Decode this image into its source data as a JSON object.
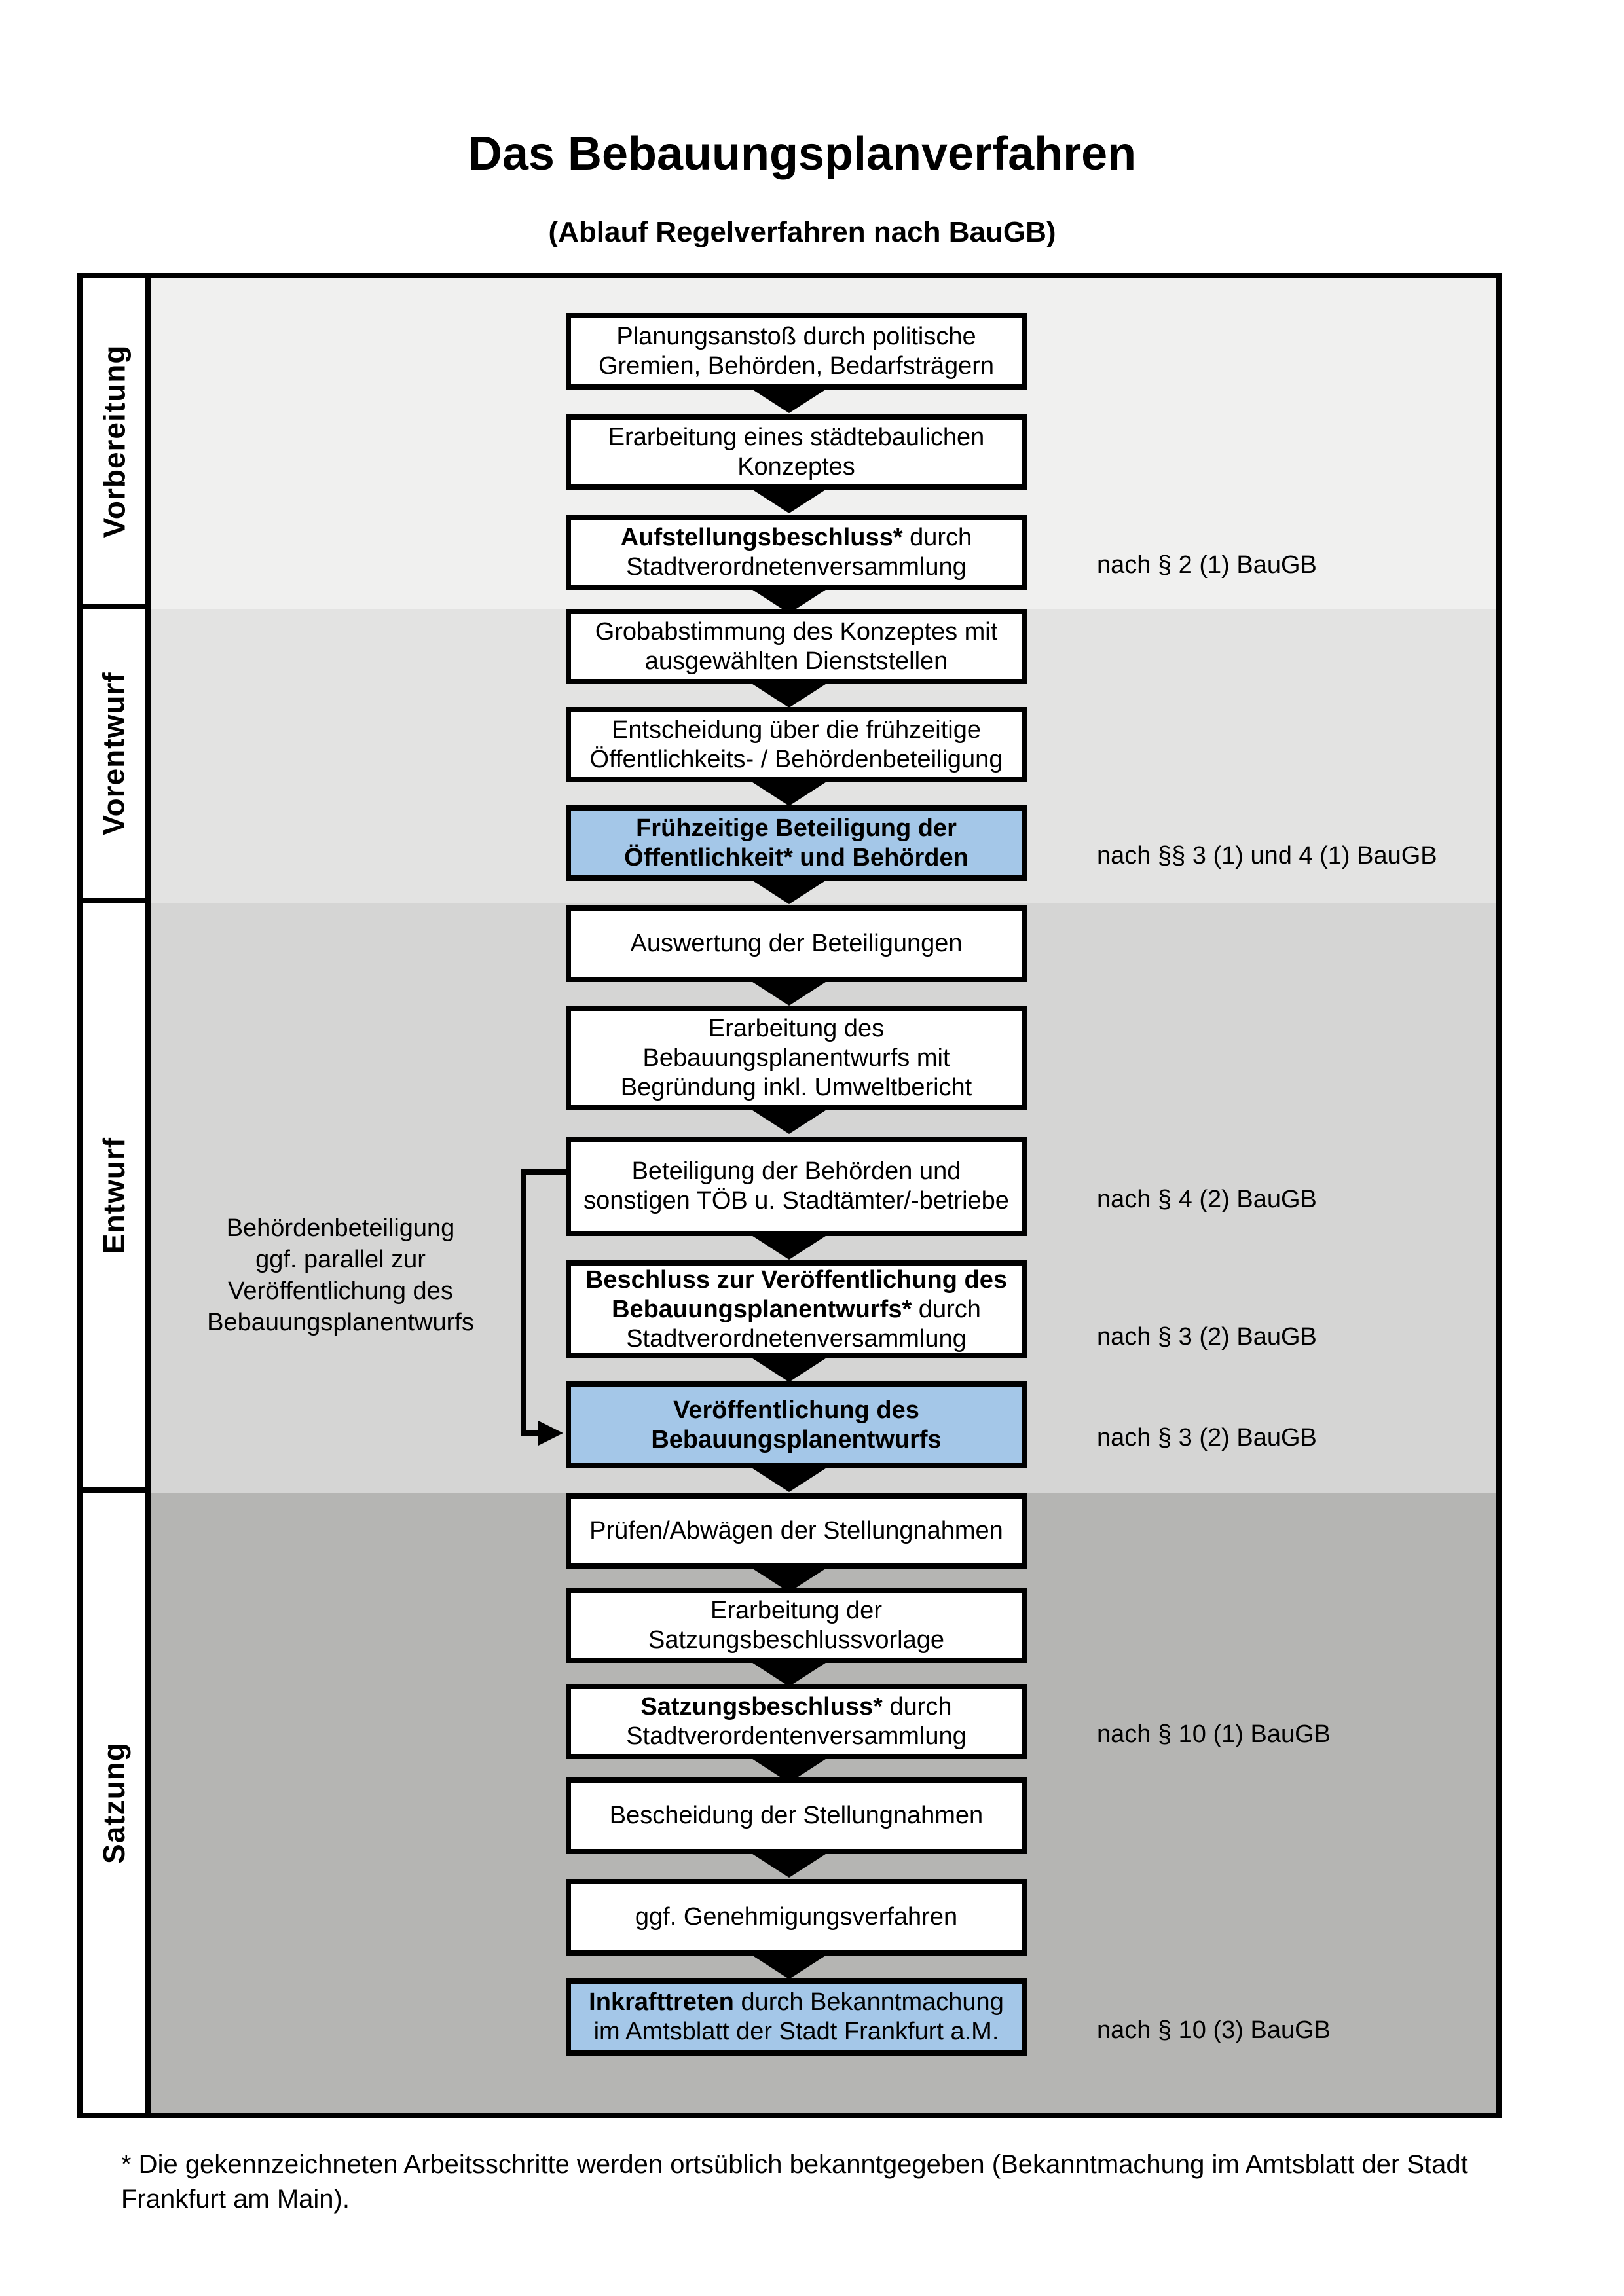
{
  "title": "Das Bebauungsplanverfahren",
  "subtitle": "(Ablauf Regelverfahren nach BauGB)",
  "footnote": "* Die gekennzeichneten Arbeitsschritte werden ortsüblich bekanntgegeben (Bekanntmachung im Amtsblatt  der Stadt\nFrankfurt am Main).",
  "colors": {
    "highlight_blue": "#a4c7e8",
    "border_black": "#000000",
    "phase_bands": [
      "#f0f0ef",
      "#e3e3e2",
      "#d5d5d4",
      "#b5b5b3"
    ]
  },
  "phases": [
    {
      "name": "Vorbereitung"
    },
    {
      "name": "Vorentwurf"
    },
    {
      "name": "Entwurf"
    },
    {
      "name": "Satzung"
    }
  ],
  "annotation": {
    "text": "Behördenbeteiligung\nggf. parallel zur\nVeröffentlichung des\nBebauungsplanentwurfs"
  },
  "steps": [
    {
      "id": "planungsanstoss",
      "parts": [
        {
          "t": "Planungsanstoß durch politische\nGremien, Behörden, Bedarfsträgern",
          "b": false
        }
      ],
      "highlight": false,
      "ref": ""
    },
    {
      "id": "staedtebauliches-konzept",
      "parts": [
        {
          "t": "Erarbeitung eines städtebaulichen\nKonzeptes",
          "b": false
        }
      ],
      "highlight": false,
      "ref": ""
    },
    {
      "id": "aufstellungsbeschluss",
      "parts": [
        {
          "t": "Aufstellungsbeschluss*",
          "b": true
        },
        {
          "t": " durch\nStadtverordnetenversammlung",
          "b": false
        }
      ],
      "highlight": false,
      "ref": "nach § 2 (1) BauGB"
    },
    {
      "id": "grobabstimmung-konzept",
      "parts": [
        {
          "t": "Grobabstimmung des Konzeptes mit\nausgewählten Dienststellen",
          "b": false
        }
      ],
      "highlight": false,
      "ref": ""
    },
    {
      "id": "entscheidung-fruehzeitige-beteiligung",
      "parts": [
        {
          "t": "Entscheidung über die frühzeitige\nÖffentlichkeits- / Behördenbeteiligung",
          "b": false
        }
      ],
      "highlight": false,
      "ref": ""
    },
    {
      "id": "fruehzeitige-beteiligung",
      "parts": [
        {
          "t": "Frühzeitige Beteiligung der\nÖffentlichkeit* und Behörden",
          "b": true
        }
      ],
      "highlight": true,
      "ref": "nach §§ 3 (1) und 4 (1) BauGB"
    },
    {
      "id": "auswertung-beteiligungen",
      "parts": [
        {
          "t": "Auswertung der Beteiligungen",
          "b": false
        }
      ],
      "highlight": false,
      "ref": ""
    },
    {
      "id": "erarbeitung-bebauungsplanentwurf",
      "parts": [
        {
          "t": "Erarbeitung des\nBebauungsplanentwurfs mit\nBegründung inkl. Umweltbericht",
          "b": false
        }
      ],
      "highlight": false,
      "ref": ""
    },
    {
      "id": "beteiligung-behoerden-toeb",
      "parts": [
        {
          "t": "Beteiligung der Behörden und\nsonstigen TÖB u. Stadtämter/-betriebe",
          "b": false
        }
      ],
      "highlight": false,
      "ref": "nach § 4 (2) BauGB"
    },
    {
      "id": "beschluss-veroeffentlichung",
      "parts": [
        {
          "t": "Beschluss zur Veröffentlichung des\nBebauungsplanentwurfs*",
          "b": true
        },
        {
          "t": " durch\nStadtverordnetenversammlung",
          "b": false
        }
      ],
      "highlight": false,
      "ref": "nach § 3 (2) BauGB"
    },
    {
      "id": "veroeffentlichung-entwurf",
      "parts": [
        {
          "t": "Veröffentlichung des\nBebauungsplanentwurfs",
          "b": true
        }
      ],
      "highlight": true,
      "ref": "nach § 3 (2) BauGB"
    },
    {
      "id": "pruefen-abwaegen-stellungnahmen",
      "parts": [
        {
          "t": "Prüfen/Abwägen der Stellungnahmen",
          "b": false
        }
      ],
      "highlight": false,
      "ref": ""
    },
    {
      "id": "satzungsbeschlussvorlage",
      "parts": [
        {
          "t": "Erarbeitung der\nSatzungsbeschlussvorlage",
          "b": false
        }
      ],
      "highlight": false,
      "ref": ""
    },
    {
      "id": "satzungsbeschluss",
      "parts": [
        {
          "t": "Satzungsbeschluss*",
          "b": true
        },
        {
          "t": " durch\nStadtverordentenversammlung",
          "b": false
        }
      ],
      "highlight": false,
      "ref": "nach § 10 (1) BauGB"
    },
    {
      "id": "bescheidung-stellungnahmen",
      "parts": [
        {
          "t": "Bescheidung der Stellungnahmen",
          "b": false
        }
      ],
      "highlight": false,
      "ref": ""
    },
    {
      "id": "genehmigungsverfahren",
      "parts": [
        {
          "t": "ggf. Genehmigungsverfahren",
          "b": false
        }
      ],
      "highlight": false,
      "ref": ""
    },
    {
      "id": "inkrafttreten",
      "parts": [
        {
          "t": "Inkrafttreten",
          "b": true
        },
        {
          "t": " durch Bekanntmachung\nim Amtsblatt der Stadt Frankfurt a.M.",
          "b": false
        }
      ],
      "highlight": true,
      "ref": "nach § 10 (3) BauGB"
    }
  ]
}
